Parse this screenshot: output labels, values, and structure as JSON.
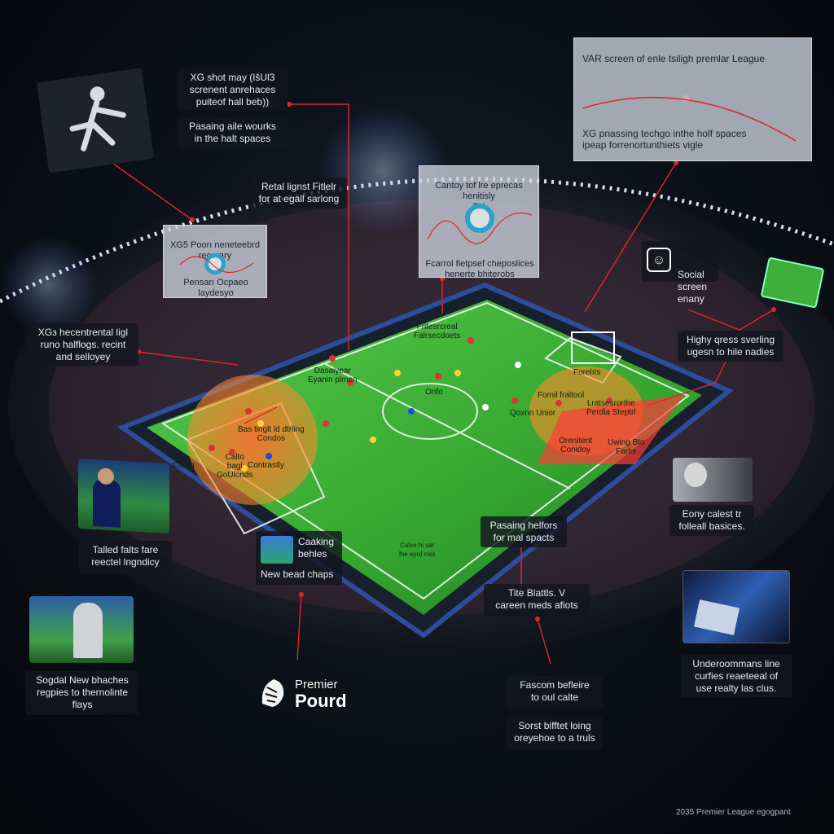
{
  "panels": {
    "xg_shot_map": "XG shot may (ǀšUl3\nscrenent anrehaces\npuiteof hall beb))",
    "passing_networks": "Pasaing aile wourks\nin the halt spaces",
    "retail_fields": "Retal lignst Fitlelr\nfor at egall sarlong",
    "xg_incremental": "XGɜ hecentrental ligl\nruno halflogs. recint\nand selloyey",
    "highly_press": "Highy qress sverling\nugesn to hile nadies",
    "tailed_fans": "Talled falts fare\nreectel lngndicy",
    "social_new": "Sogdal New bhaches\nregpies to thernolinte\nflays",
    "every_calest": "Eony calest tr\nfolleall basices.",
    "undercommons": "Underoommans line\ncurfies reaeteeal of\nuse realty las clus.",
    "passing_helfors": "Pasaing helfors\nfor mal spacts",
    "title_battis": "Tite Blattls. V\ncareen meds afiots",
    "fashion_beliefs": "Fascom befleire\nto oul calte",
    "sorst_bifft": "Sorst bifftet loing\noreyehoe to a truls",
    "social_screen": "Social\nscreen\nenany",
    "coaching": "Caaking\nbehles",
    "new_head_chaps": "New bead chaps"
  },
  "glass_panels": {
    "var_title": "VAR screen of enle tsiligh premlar League",
    "var_sub": "XG pnassing techgo inthe holf spaces\nipeap forrenortunthiets vigle",
    "xg_pocket_title": "XG5 Poorı neneteebrd\nrecorary",
    "xg_pocket_sub": "Pensarı Ocpaeo\nlaydesyo",
    "conty_title": "Cantoy tof lre eprecas\nhenitisly\nPY",
    "conty_sub": "Fcarrol fietpsef cheposlices\nhenerte bhiterobs"
  },
  "pitch_labels": {
    "orange_left": "Dasaiyear\nEyanin plmen",
    "interested": "Fritesrcreal\nFalrsecdoets",
    "onfo": "Onfo",
    "foreiuts": "Forelıts",
    "fomil_freltool": "Fomil fraltool",
    "dram_nolr": "Qoxnn Unior",
    "basthis": "Bas tinglt ld dtrling\nCondos",
    "clam": "Clarm",
    "dalto": "Calto\nbagl\nGoUlonds",
    "contrastly": "Contrastly",
    "orenlt": "Orenitent\nConidoy",
    "red_zone": "Uwing Bto\nFarlıs",
    "orenlt_right": "Lratsesrorthe\nPerdla Steptrl",
    "tiny": "Calve hi sar\nlhe eyrd ciss"
  },
  "logo": {
    "line1": "Premier",
    "line2": "Pourd"
  },
  "footer": "2035 Premier League egogpant",
  "colors": {
    "accent_red": "#e0262d",
    "pitch_green": "#3fb53a",
    "heat_orange": "#ff7a2a",
    "ring_teal": "#2aa3c8"
  },
  "icons": [
    "statue-icon",
    "social-screen-icon",
    "lion-logo-icon"
  ]
}
